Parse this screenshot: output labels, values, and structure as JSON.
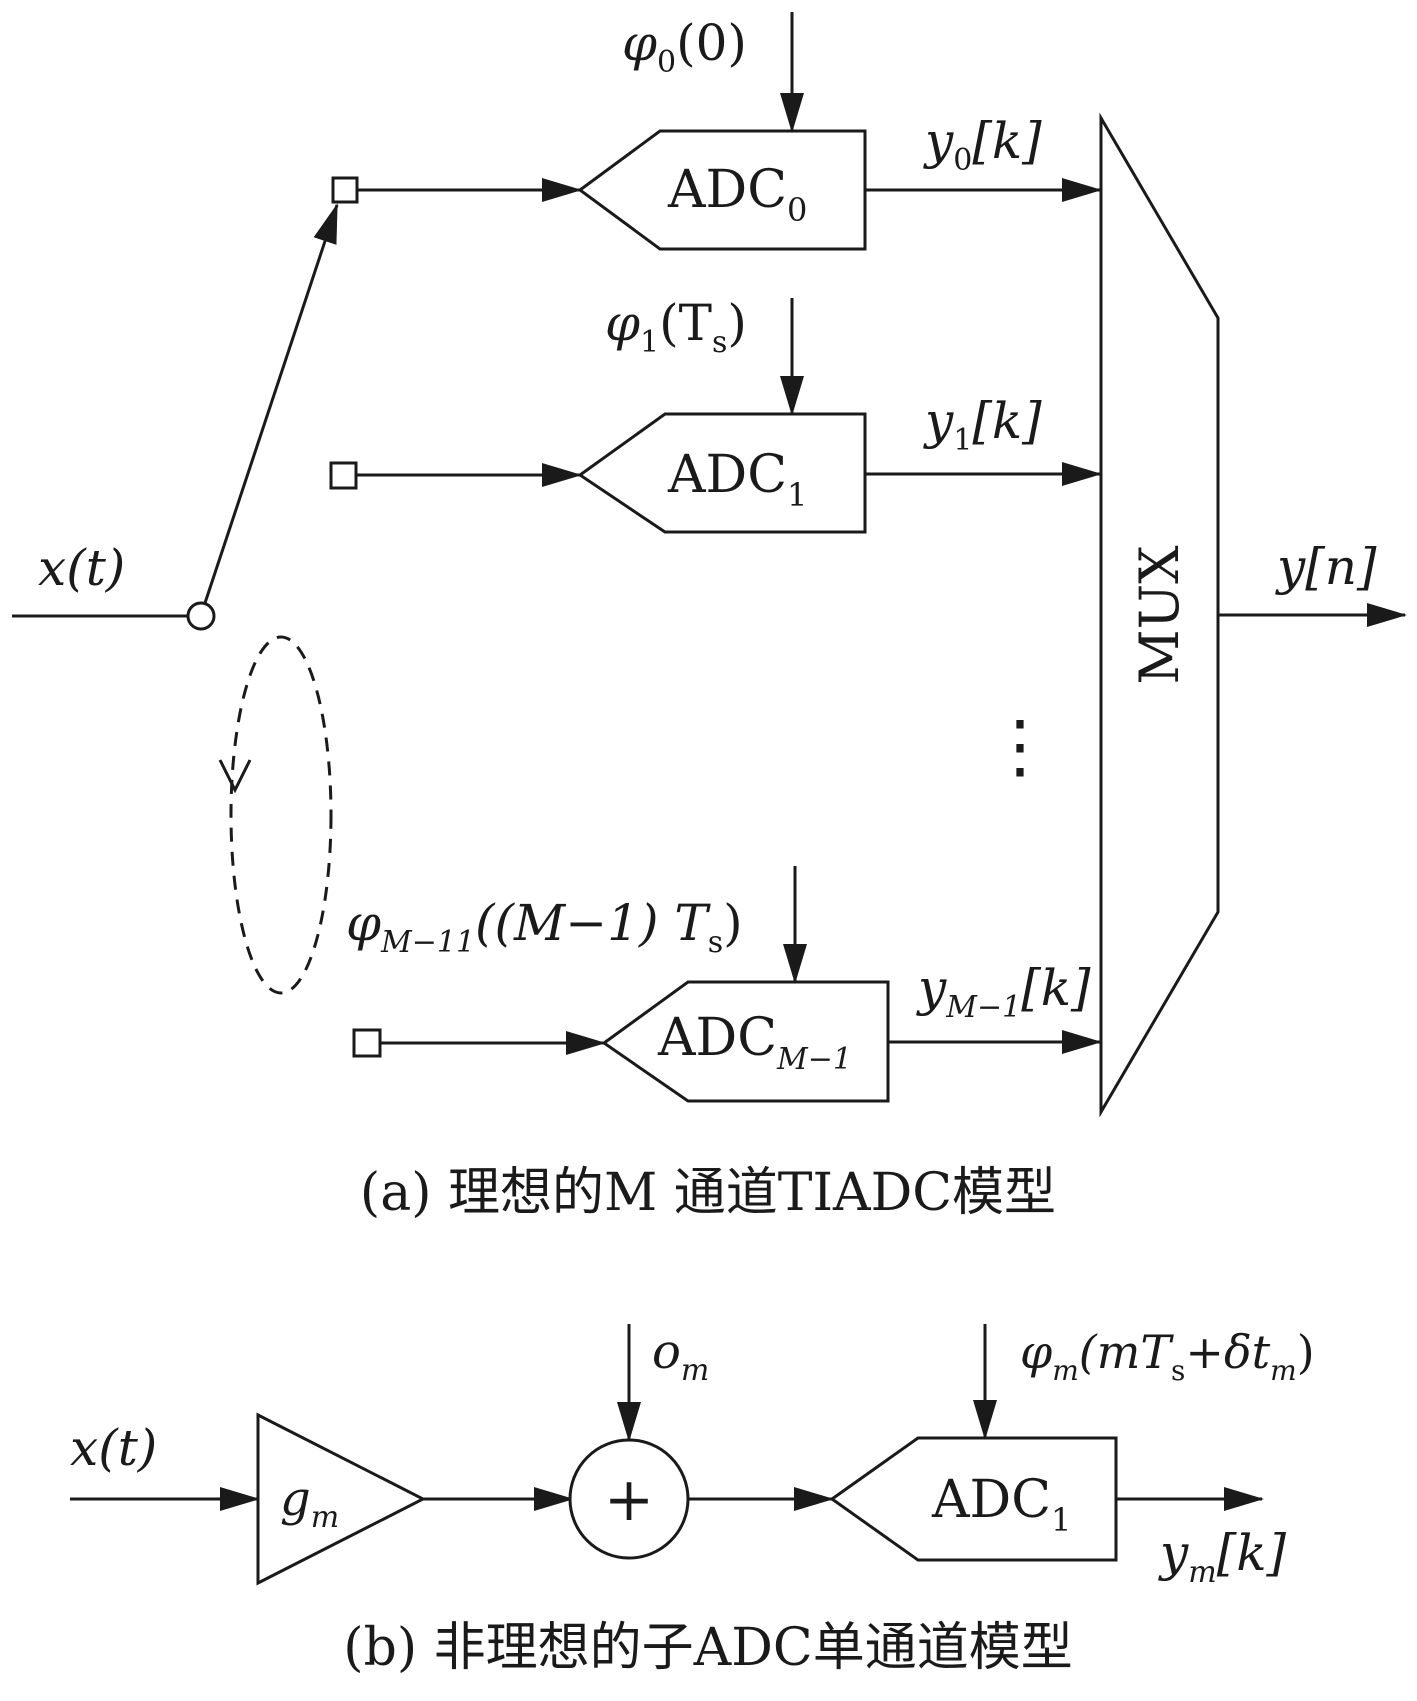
{
  "panel_a": {
    "input_label": {
      "main": "x(t)"
    },
    "channels": [
      {
        "adc_main": "ADC",
        "adc_sub": "0",
        "phase_main": "φ",
        "phase_sub": "0",
        "phase_arg": "(0)",
        "out_main": "y",
        "out_sub": "0",
        "out_idx": "[k]"
      },
      {
        "adc_main": "ADC",
        "adc_sub": "1",
        "phase_main": "φ",
        "phase_sub": "1",
        "phase_arg": "(T",
        "phase_arg_sub": "s",
        "phase_arg_end": ")",
        "out_main": "y",
        "out_sub": "1",
        "out_idx": "[k]"
      },
      {
        "adc_main": "ADC",
        "adc_sub": "M−1",
        "phase_main": "φ",
        "phase_sub": "M−11",
        "phase_arg": "((M−1) T",
        "phase_arg_sub": "s",
        "phase_arg_end": ")",
        "out_main": "y",
        "out_sub": "M−1",
        "out_idx": "[k]"
      }
    ],
    "mux_label": "MUX",
    "output_label": "y[n]",
    "ellipsis": "⋮",
    "caption": "(a) 理想的M 通道TIADC模型"
  },
  "panel_b": {
    "input_label": "x(t)",
    "gain_main": "g",
    "gain_sub": "m",
    "adder_symbol": "+",
    "offset_main": "o",
    "offset_sub": "m",
    "adc_main": "ADC",
    "adc_sub": "1",
    "phase_main": "φ",
    "phase_sub": "m",
    "phase_arg": "(mT",
    "phase_arg_sub": "s",
    "phase_arg_end": "+δt",
    "phase_arg_end_sub": "m",
    "phase_close": ")",
    "out_main": "y",
    "out_sub": "m",
    "out_idx": "[k]",
    "caption": "(b) 非理想的子ADC单通道模型"
  }
}
